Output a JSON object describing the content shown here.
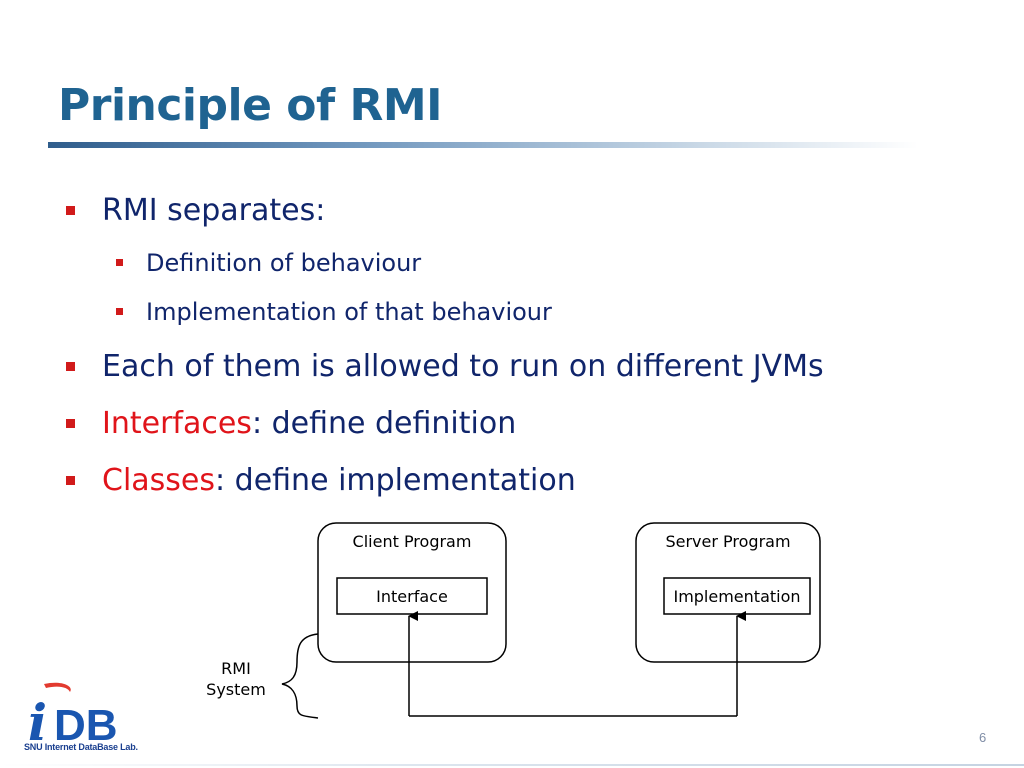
{
  "slide": {
    "title": "Principle of RMI",
    "page_number": "6"
  },
  "bullets": [
    {
      "text": "RMI separates:"
    },
    {
      "text": "Definition of behaviour"
    },
    {
      "text": "Implementation of that behaviour"
    },
    {
      "text": "Each of them is allowed to run on different JVMs"
    },
    {
      "highlight": "Interfaces",
      "rest": ": define definition"
    },
    {
      "highlight": "Classes",
      "rest": ": define implementation"
    }
  ],
  "diagram": {
    "client_label": "Client Program",
    "client_inner": "Interface",
    "server_label": "Server Program",
    "server_inner": "Implementation",
    "system_label_line1": "RMI",
    "system_label_line2": "System"
  },
  "logo": {
    "mark_i": "i",
    "mark_db": "DB",
    "subtitle": "SNU Internet DataBase Lab."
  },
  "colors": {
    "title": "#1f6391",
    "body_text": "#10256b",
    "highlight": "#e0141a",
    "bullet_marker": "#d11a1a"
  }
}
